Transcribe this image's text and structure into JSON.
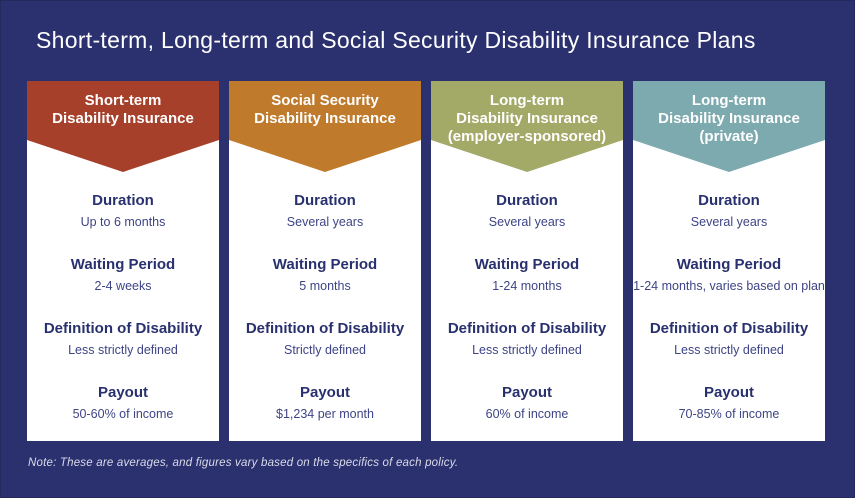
{
  "page": {
    "title": "Short-term, Long-term and Social Security Disability Insurance Plans",
    "note": "Note: These are averages, and figures vary based on the specifics of each policy.",
    "colors": {
      "background": "#2b316f",
      "card": "#ffffff",
      "title_text": "#ffffff",
      "label_text": "#29306e",
      "value_text": "#3e4486",
      "note_text": "#d9dbe8"
    }
  },
  "row_labels": [
    "Duration",
    "Waiting Period",
    "Definition of Disability",
    "Payout"
  ],
  "columns": [
    {
      "id": "short-term-disability-insurance",
      "header_color": "#a6402a",
      "title_lines": [
        "Short-term",
        "Disability Insurance",
        ""
      ],
      "values": [
        "Up to 6 months",
        "2-4 weeks",
        "Less strictly defined",
        "50-60% of income"
      ]
    },
    {
      "id": "social-security-disability-insurance",
      "header_color": "#bf7a2c",
      "title_lines": [
        "Social Security",
        "Disability Insurance",
        ""
      ],
      "values": [
        "Several years",
        "5 months",
        "Strictly defined",
        "$1,234 per month"
      ]
    },
    {
      "id": "long-term-disability-insurance-employer-sponsored",
      "header_color": "#a3a967",
      "title_lines": [
        "Long-term",
        "Disability Insurance",
        "(employer-sponsored)"
      ],
      "values": [
        "Several years",
        "1-24 months",
        "Less strictly defined",
        "60% of income"
      ]
    },
    {
      "id": "long-term-disability-insurance-private",
      "header_color": "#7daaaf",
      "title_lines": [
        "Long-term",
        "Disability Insurance",
        "(private)"
      ],
      "values": [
        "Several years",
        "1-24 months, varies based on plan",
        "Less strictly defined",
        "70-85% of income"
      ]
    }
  ],
  "chart_data": {
    "type": "table",
    "title": "Short-term, Long-term and Social Security Disability Insurance Plans",
    "row_headers": [
      "Duration",
      "Waiting Period",
      "Definition of Disability",
      "Payout"
    ],
    "columns": [
      {
        "name": "Short-term Disability Insurance",
        "color": "#a6402a",
        "values": [
          "Up to 6 months",
          "2-4 weeks",
          "Less strictly defined",
          "50-60% of income"
        ]
      },
      {
        "name": "Social Security Disability Insurance",
        "color": "#bf7a2c",
        "values": [
          "Several years",
          "5 months",
          "Strictly defined",
          "$1,234 per month"
        ]
      },
      {
        "name": "Long-term Disability Insurance (employer-sponsored)",
        "color": "#a3a967",
        "values": [
          "Several years",
          "1-24 months",
          "Less strictly defined",
          "60% of income"
        ]
      },
      {
        "name": "Long-term Disability Insurance (private)",
        "color": "#7daaaf",
        "values": [
          "Several years",
          "1-24 months, varies based on plan",
          "Less strictly defined",
          "70-85% of income"
        ]
      }
    ],
    "note": "Note: These are averages, and figures vary based on the specifics of each policy.",
    "legend_position": "none",
    "grid": false
  }
}
